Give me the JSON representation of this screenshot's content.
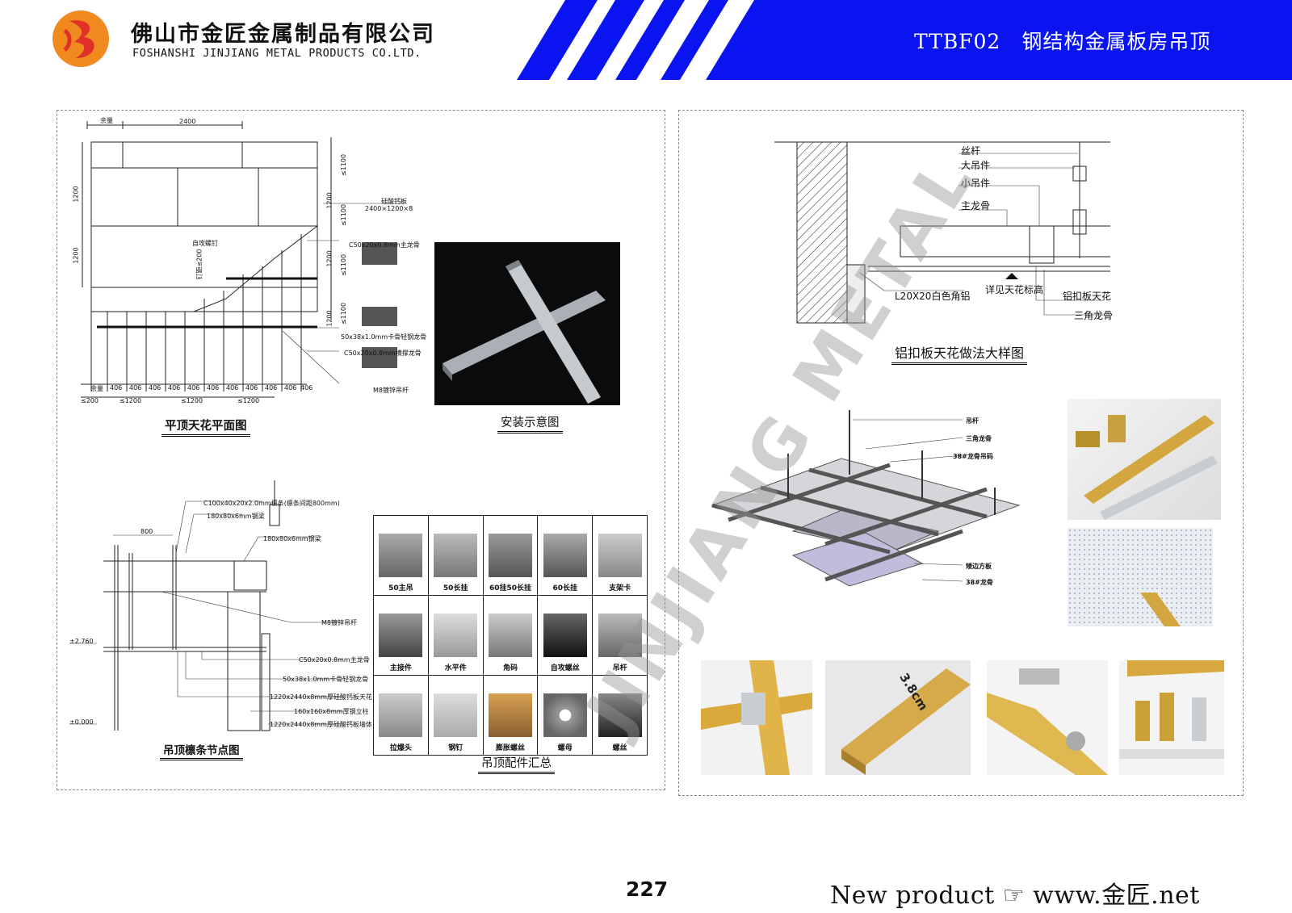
{
  "header": {
    "company_cn": "佛山市金匠金属制品有限公司",
    "company_en": "FOSHANSHI JINJIANG METAL PRODUCTS CO.LTD.",
    "doc_title": "TTBF02　钢结构金属板房吊顶",
    "colors": {
      "banner": "#0a14f0",
      "logo_orange": "#f08a1e",
      "logo_red": "#e0302a"
    }
  },
  "plan": {
    "caption": "平顶天花平面图",
    "dims_top": [
      "余量",
      "2400"
    ],
    "dims_bottom_406": [
      "余量",
      "406",
      "406",
      "406",
      "406",
      "406",
      "406",
      "406",
      "406",
      "406",
      "406",
      "406"
    ],
    "dims_bottom_1200": [
      "≤200",
      "≤1200",
      "≤1200",
      "≤1200"
    ],
    "dims_left": [
      "1200",
      "1200"
    ],
    "dims_right": [
      "≤1100",
      "≤1100",
      "≤1100",
      "≤1100"
    ],
    "dims_right_1200": [
      "1200",
      "1200",
      "1200"
    ],
    "labels": {
      "board": "硅酸钙板",
      "board_size": "2400×1200×8",
      "screw": "自攻螺钉",
      "screw_spacing": "钉距≤200",
      "main_keel": "C50x20x0.8mm主龙骨",
      "card_keel": "50x38x1.0mm卡骨轻钢龙骨",
      "cross_keel": "C50x20x0.8mm横撑龙骨",
      "rod": "M8镀锌吊杆"
    }
  },
  "install": {
    "caption": "安装示意图"
  },
  "node": {
    "caption": "吊顶檩条节点图",
    "labels": {
      "purlin": "C100x40x20x2.0mm檩条(檩条间距800mm)",
      "beam1": "180x80x6mm钢梁",
      "beam2": "180x80x6mm钢梁",
      "spacing": "800",
      "rod": "M8镀锌吊杆",
      "main_keel": "C50x20x0.8mm主龙骨",
      "card_keel": "50x38x1.0mm卡骨轻钢龙骨",
      "ceiling_board": "1220x2440x8mm厚硅酸钙板天花",
      "column": "160x160x8mm厚钢立柱",
      "wall_board": "1220x2440x8mm厚硅酸钙板墙体",
      "level_high": "±2.760",
      "level_low": "±0.000"
    }
  },
  "accessories": {
    "caption": "吊顶配件汇总",
    "items": [
      [
        "50主吊",
        "50长挂",
        "60挂50长挂",
        "60长挂",
        "支架卡"
      ],
      [
        "主接件",
        "水平件",
        "角码",
        "自攻螺丝",
        "吊杆"
      ],
      [
        "拉爆头",
        "钢钉",
        "膨胀螺丝",
        "螺母",
        "螺丝"
      ]
    ]
  },
  "detail": {
    "caption": "铝扣板天花做法大样图",
    "labels": {
      "rod": "丝杆",
      "big_hanger": "大吊件",
      "small_hanger": "小吊件",
      "main_keel": "主龙骨",
      "angle": "L20X20白色角铝",
      "ceiling_level": "详见天花标高",
      "panel": "铝扣板天花",
      "tri_keel": "三角龙骨"
    }
  },
  "iso": {
    "labels": {
      "rod": "吊杆",
      "tri_keel": "三角龙骨",
      "keel_hanger": "38#龙骨吊码",
      "edge_board": "矮边方板",
      "keel38": "38#龙骨"
    }
  },
  "photos": {
    "width_label": "3.8cm"
  },
  "watermark": "JINJIANG METAL",
  "page_number": "227",
  "footer": "New product ☞ www.金匠.net"
}
